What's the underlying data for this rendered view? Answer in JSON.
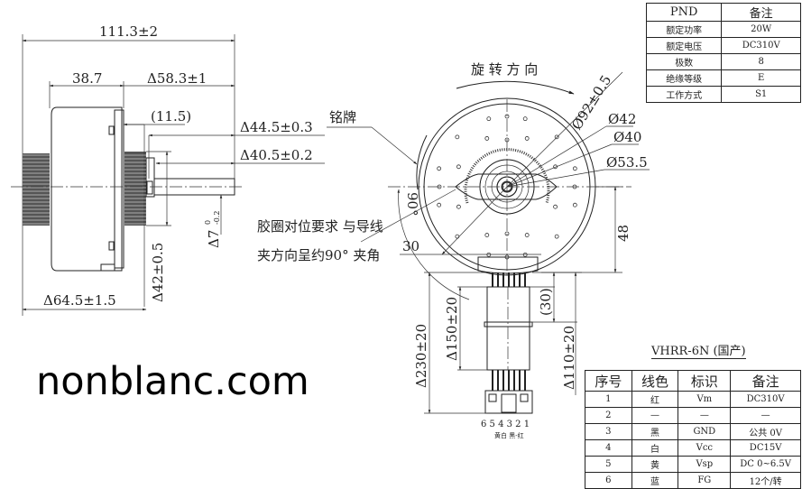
{
  "side_view": {
    "overall_length": "111.3±2",
    "body_length": "38.7",
    "shaft_side_length": "Δ58.3±1",
    "offset": "(11.5)",
    "dim_44": "Δ44.5±0.3",
    "dim_40": "Δ40.5±0.2",
    "shaft_dia": "Δ7",
    "shaft_tol_upper": "0",
    "shaft_tol_lower": "-0.2",
    "dim_42": "Δ42±0.5",
    "dim_64": "Δ64.5±1.5"
  },
  "notes": {
    "nameplate": "铭牌",
    "grommet_line1": "胶圈对位要求 与导线",
    "grommet_line2": "夹方向呈约90° 夹角",
    "rotation": "旋 转 方 向"
  },
  "front_view": {
    "dia_92": "Ø92±0.5",
    "dia_42": "Ø42",
    "dia_40": "Ø40",
    "dia_53": "Ø53.5",
    "angle_90": "90°",
    "dim_30": "30",
    "dim_48": "48",
    "cable_230": "Δ230±20",
    "cable_150": "Δ150±20",
    "cable_30": "(30)",
    "cable_110": "Δ110±20",
    "pin_numbers": "6 5 4 3 2 1",
    "pin_colors": "黄白 黑-红"
  },
  "spec_table": {
    "headers": [
      "PND",
      "备注"
    ],
    "rows": [
      [
        "额定功率",
        "20W"
      ],
      [
        "额定电压",
        "DC310V"
      ],
      [
        "极数",
        "8"
      ],
      [
        "绝缘等级",
        "E"
      ],
      [
        "工作方式",
        "S1"
      ]
    ]
  },
  "connector": {
    "title": "VHRR-6N (国产)",
    "headers": [
      "序号",
      "线色",
      "标识",
      "备注"
    ],
    "rows": [
      [
        "1",
        "红",
        "Vm",
        "DC310V"
      ],
      [
        "2",
        "—",
        "—",
        "—"
      ],
      [
        "3",
        "黑",
        "GND",
        "公共 0V"
      ],
      [
        "4",
        "白",
        "Vcc",
        "DC15V"
      ],
      [
        "5",
        "黄",
        "Vsp",
        "DC 0~6.5V"
      ],
      [
        "6",
        "蓝",
        "FG",
        "12个/转"
      ]
    ]
  },
  "watermark": "nonblanc.com"
}
